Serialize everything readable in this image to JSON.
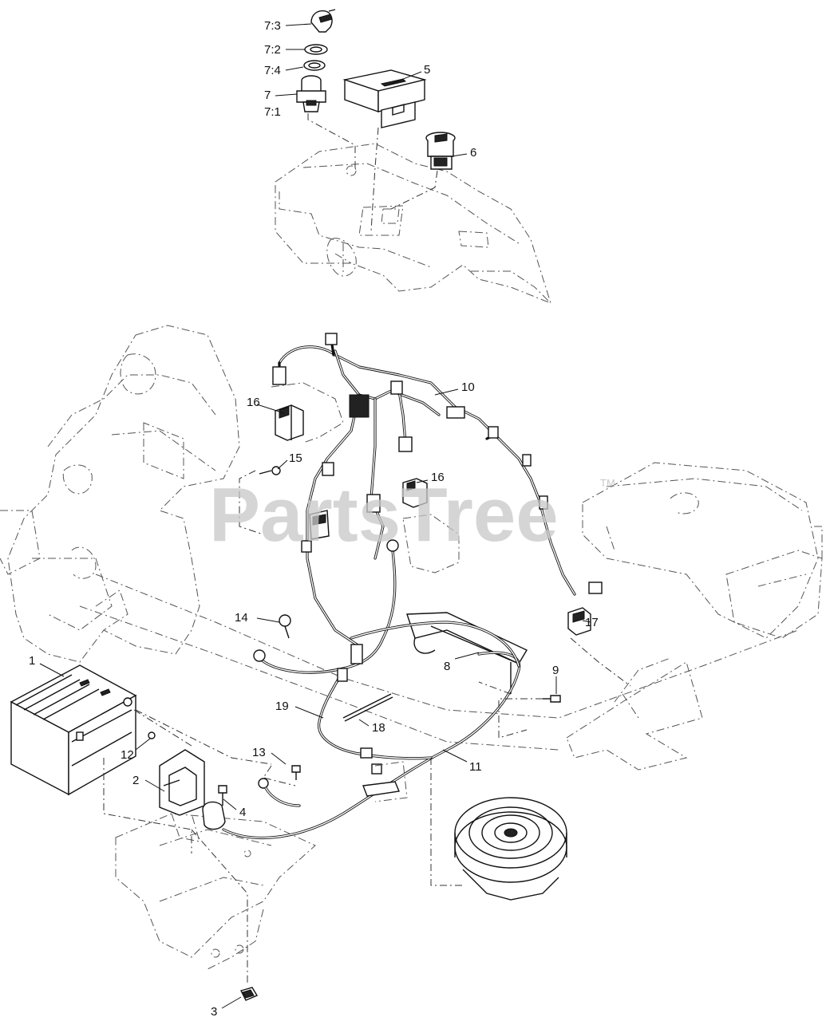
{
  "watermark": {
    "text": "PartsTree",
    "tm": "TM"
  },
  "callouts": {
    "c7_3": "7:3",
    "c7_2": "7:2",
    "c7_4": "7:4",
    "c7": "7",
    "c7_1": "7:1",
    "c5": "5",
    "c6": "6",
    "c10": "10",
    "c16a": "16",
    "c15": "15",
    "c16b": "16",
    "c14": "14",
    "c17": "17",
    "c1": "1",
    "c8": "8",
    "c9": "9",
    "c19": "19",
    "c18": "18",
    "c12": "12",
    "c13": "13",
    "c11": "11",
    "c2": "2",
    "c4": "4",
    "c3": "3"
  }
}
